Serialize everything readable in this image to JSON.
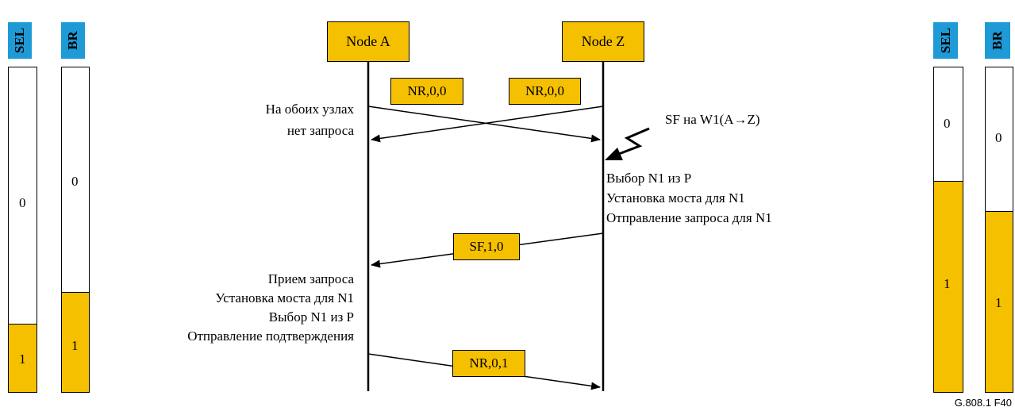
{
  "nodes": {
    "a": "Node A",
    "z": "Node Z"
  },
  "left_panel": {
    "sel": {
      "label": "SEL",
      "top_value": "0",
      "bottom_value": "1"
    },
    "br": {
      "label": "BR",
      "top_value": "0",
      "bottom_value": "1"
    }
  },
  "right_panel": {
    "sel": {
      "label": "SEL",
      "top_value": "0",
      "bottom_value": "1"
    },
    "br": {
      "label": "BR",
      "top_value": "0",
      "bottom_value": "1"
    }
  },
  "messages": {
    "nr_a": "NR,0,0",
    "nr_z": "NR,0,0",
    "sf": "SF,1,0",
    "nr_ack": "NR,0,1"
  },
  "annotations": {
    "no_request_line1": "На обоих узлах",
    "no_request_line2": "нет запроса",
    "fault": "SF на W1(A→Z)",
    "z_action_1": "Выбор N1 из P",
    "z_action_2": "Установка моста для N1",
    "z_action_3": "Отправление запроса для N1",
    "a_action_1": "Прием запроса",
    "a_action_2": "Установка моста для N1",
    "a_action_3": "Выбор N1 из P",
    "a_action_4": "Отправление подтверждения"
  },
  "figure_id": "G.808.1  F40",
  "colors": {
    "tag_blue": "#1e9ad6",
    "fill_yellow": "#f5c000"
  }
}
